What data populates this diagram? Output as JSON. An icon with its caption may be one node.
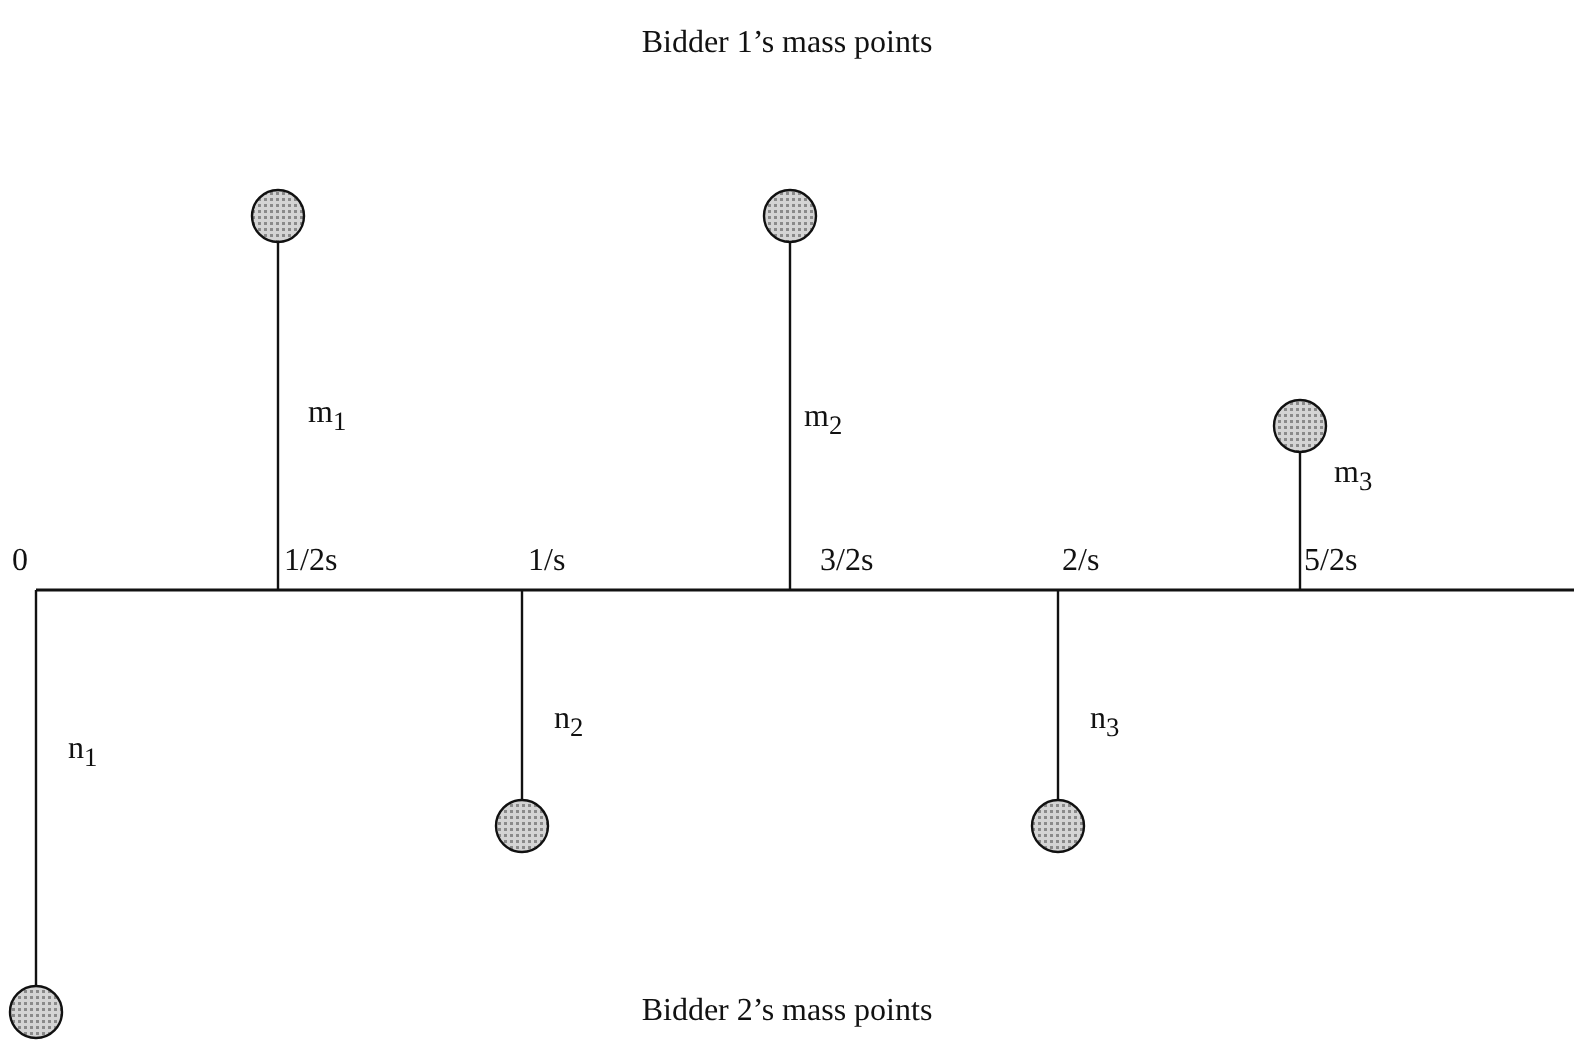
{
  "diagram": {
    "title": "Bidder 1’s mass points",
    "caption": "Bidder 2’s mass points",
    "labels": [
      "m$_{1}$",
      "m$_{2}$",
      "m$_{3}$",
      "0",
      "1/2s",
      "1/s",
      "3/2s",
      "2/s",
      "5/2s",
      "n$_{1}$",
      "n$_{2}$",
      "n$_{3}$"
    ]
  }
}
